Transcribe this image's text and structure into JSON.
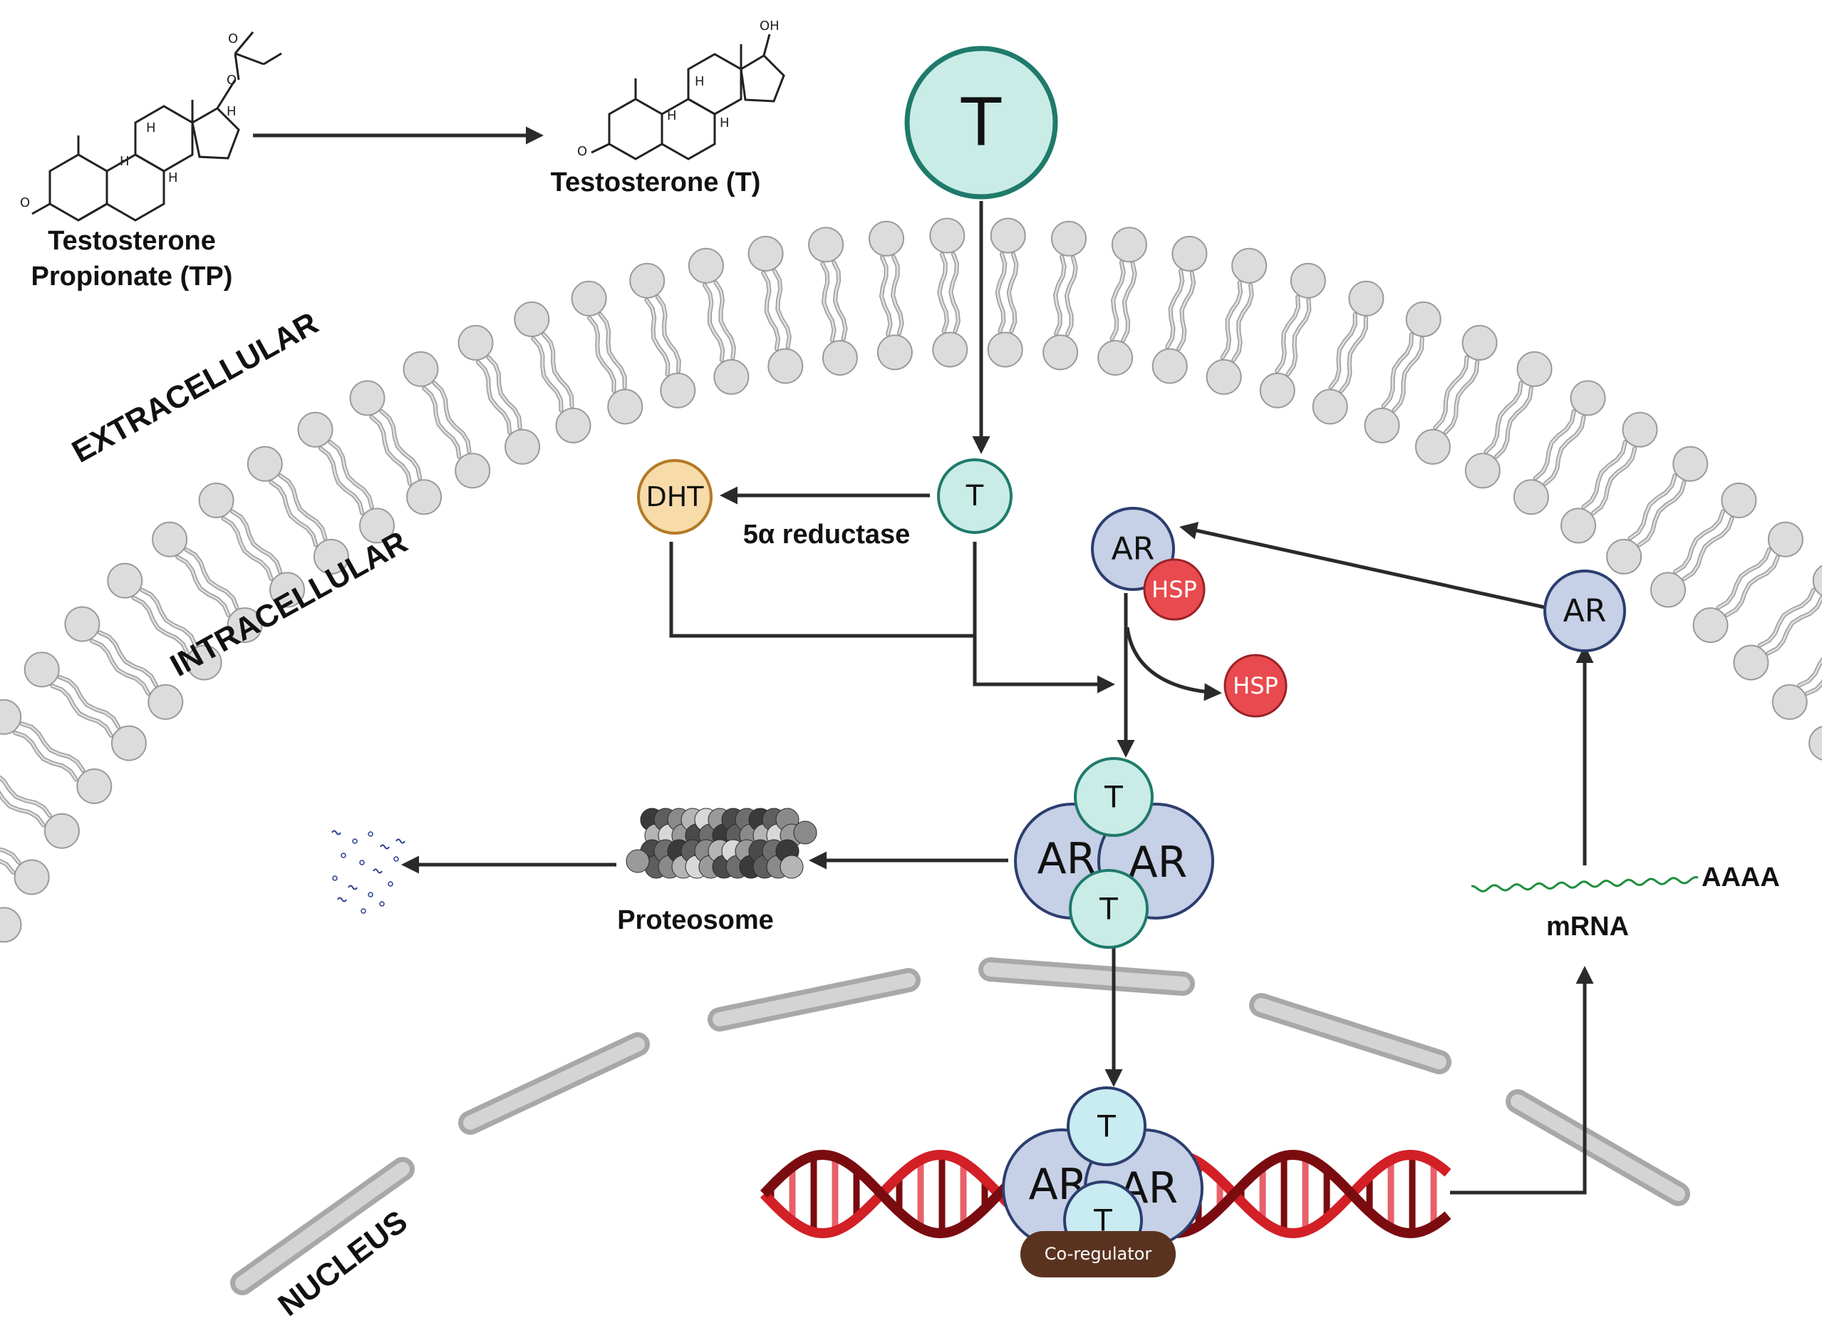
{
  "labels": {
    "testosterone_propionate_line1": "Testosterone",
    "testosterone_propionate_line2": "Propionate (TP)",
    "testosterone": "Testosterone (T)",
    "extracellular": "EXTRACELLULAR",
    "intracellular": "INTRACELLULAR",
    "nucleus": "NUCLEUS",
    "five_alpha_reductase": "5α reductase",
    "proteosome": "Proteosome",
    "mrna": "mRNA",
    "poly_a": "AAAA",
    "co_regulator": "Co-regulator"
  },
  "molecules": {
    "t": "T",
    "dht": "DHT",
    "ar": "AR",
    "hsp": "HSP"
  },
  "chem_atoms": {
    "oxygen": "O",
    "hydrogen": "H",
    "hydroxyl": "OH"
  },
  "colors": {
    "t_fill": "#c9ece6",
    "t_stroke": "#1f7a6b",
    "t_nuclear_fill": "#c8ecf2",
    "dht_fill": "#f7dba8",
    "dht_stroke": "#b37a25",
    "ar_fill": "#c6d0e6",
    "ar_stroke": "#2c3e6e",
    "hsp_fill": "#e84a4f",
    "membrane_head": "#dcdcdc",
    "membrane_stroke": "#9a9a9a",
    "dna_dark": "#7a0c10",
    "dna_red": "#d31f26",
    "mrna": "#1e8f3d",
    "co_regulator": "#5a3320",
    "envelope": "#c9c9c9"
  }
}
